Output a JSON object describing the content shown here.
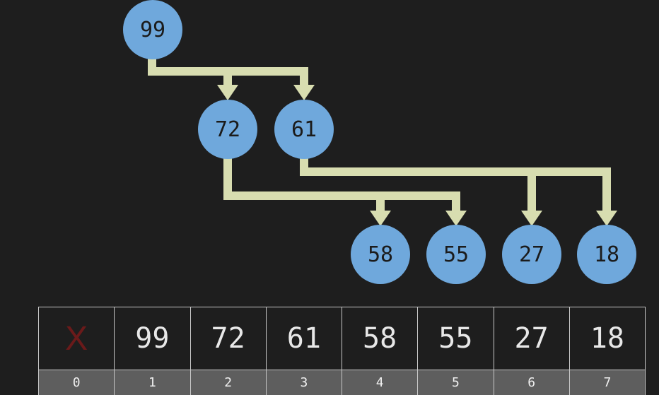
{
  "colors": {
    "background": "#1e1e1e",
    "node_fill": "#6fa8dc",
    "edge": "#d8ddb0",
    "empty_marker": "#6b1a1a",
    "index_band": "#5e5e5e"
  },
  "tree": {
    "nodes": {
      "n1": "99",
      "n2": "72",
      "n3": "61",
      "n4": "58",
      "n5": "55",
      "n6": "27",
      "n7": "18"
    }
  },
  "array": {
    "cells": [
      "X",
      "99",
      "72",
      "61",
      "58",
      "55",
      "27",
      "18"
    ],
    "indices": [
      "0",
      "1",
      "2",
      "3",
      "4",
      "5",
      "6",
      "7"
    ]
  }
}
